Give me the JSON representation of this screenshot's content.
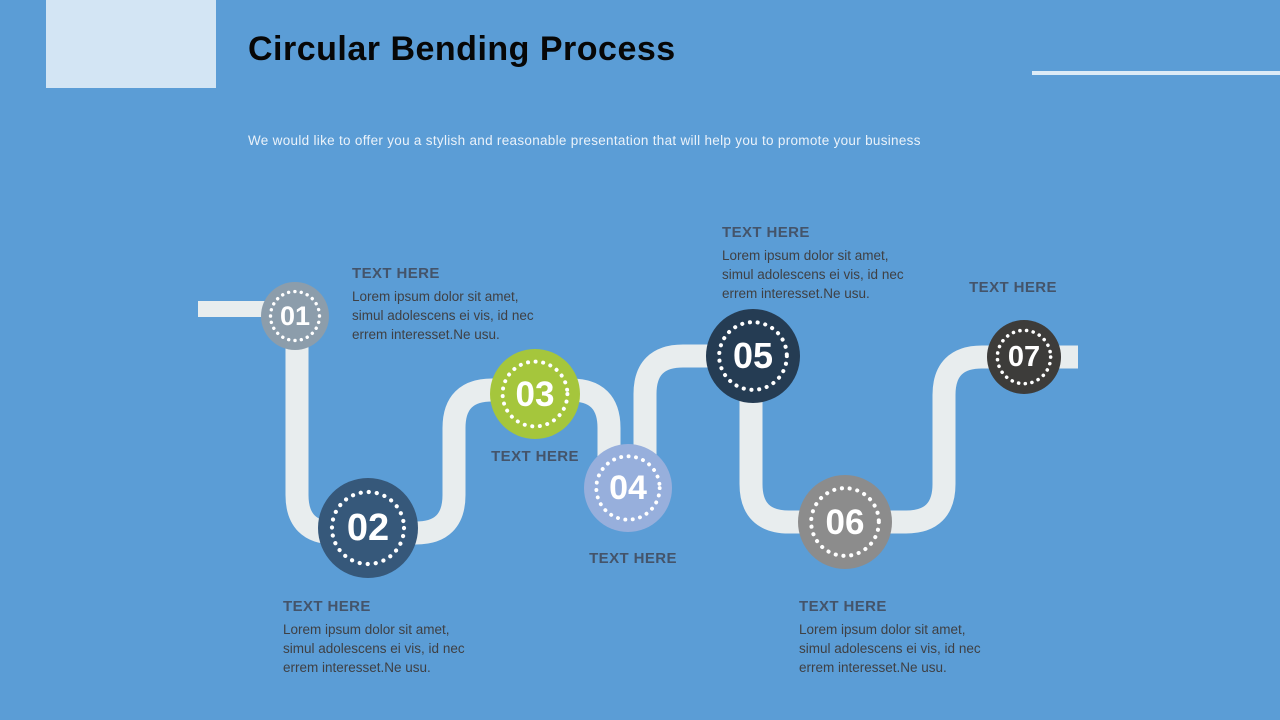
{
  "slide": {
    "title": "Circular Bending Process",
    "subtitle": "We would like to offer you a stylish and reasonable presentation that will help you to promote your business"
  },
  "colors": {
    "background": "#5B9DD6",
    "header_box": "#D3E5F4",
    "accent_line": "#DCEBF7",
    "road": "#E8EDEE",
    "heading_text": "#44546A",
    "body_text": "#3F4044",
    "title_text": "#070707",
    "subtitle_text": "#EAF2FA",
    "number_text": "#FFFFFF"
  },
  "steps": [
    {
      "number": "01",
      "color": "#8C9DAB",
      "heading": "TEXT HERE",
      "body": "Lorem ipsum dolor sit amet,\nsimul adolescens ei vis, id nec\nerrem interesset.Ne usu."
    },
    {
      "number": "02",
      "color": "#36587A",
      "heading": "TEXT HERE",
      "body": "Lorem ipsum dolor sit amet,\nsimul adolescens ei vis, id nec\nerrem interesset.Ne usu."
    },
    {
      "number": "03",
      "color": "#A5C63C",
      "heading": "TEXT HERE",
      "body": ""
    },
    {
      "number": "04",
      "color": "#97AFDC",
      "heading": "TEXT HERE",
      "body": ""
    },
    {
      "number": "05",
      "color": "#253C53",
      "heading": "TEXT HERE",
      "body": "Lorem ipsum dolor sit amet,\nsimul adolescens ei vis, id nec\nerrem interesset.Ne usu."
    },
    {
      "number": "06",
      "color": "#8C8C8C",
      "heading": "TEXT HERE",
      "body": "Lorem ipsum dolor sit amet,\nsimul adolescens ei vis, id nec\nerrem interesset.Ne usu."
    },
    {
      "number": "07",
      "color": "#3D3C3A",
      "heading": "TEXT HERE",
      "body": ""
    }
  ]
}
